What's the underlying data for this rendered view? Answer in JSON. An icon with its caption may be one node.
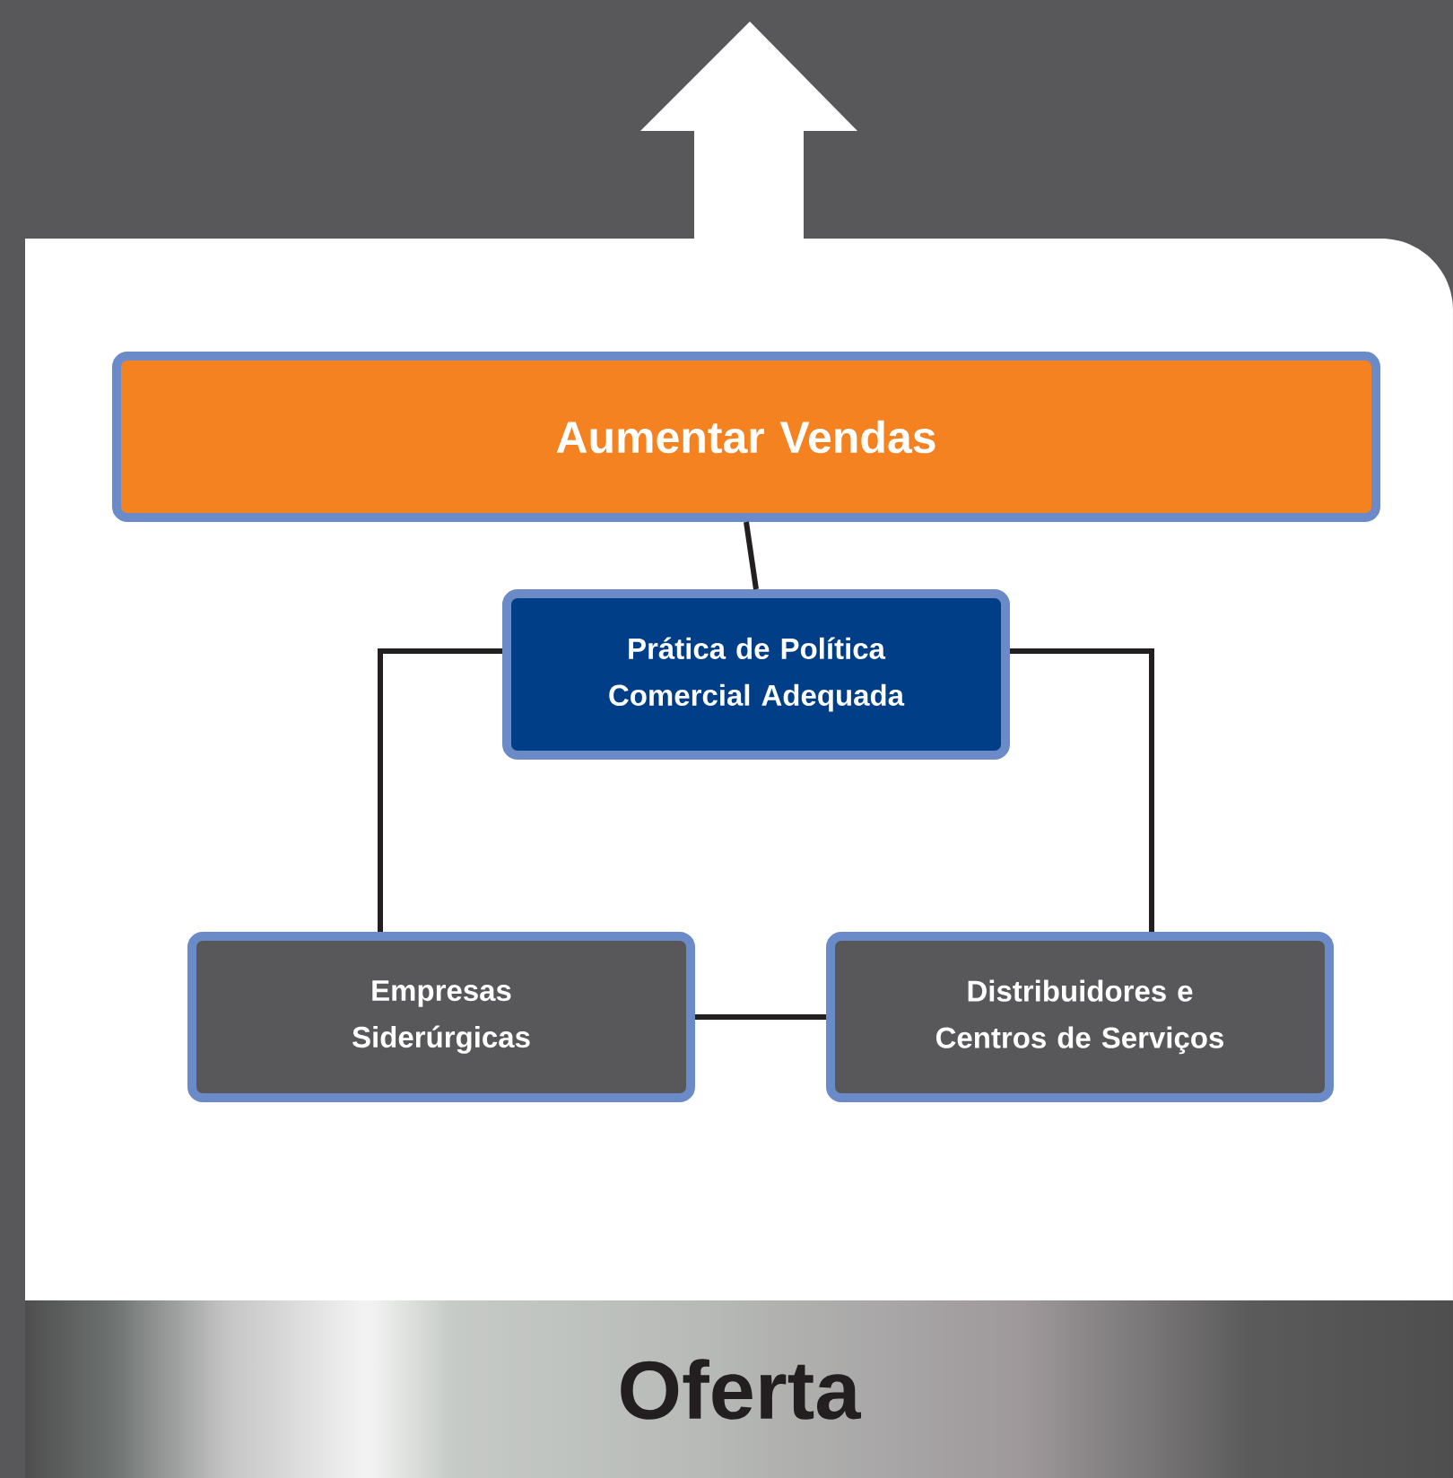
{
  "diagram": {
    "nodes": [
      {
        "text": [
          "Aumentar Vendas"
        ]
      },
      {
        "text": [
          "Prática de Política Comercial Adequada"
        ]
      },
      {
        "text": [
          "Empresas Siderúrgicas"
        ]
      },
      {
        "text": [
          "Distribuidores e Centros de Serviços"
        ]
      },
      {
        "text": [
          "Oferta"
        ]
      }
    ],
    "edges": [
      {
        "from": 0,
        "to": 1,
        "arrow": "none"
      },
      {
        "from": 1,
        "to": 2,
        "arrow": "none"
      },
      {
        "from": 1,
        "to": 3,
        "arrow": "none"
      },
      {
        "from": 2,
        "to": 3,
        "arrow": "none"
      }
    ]
  }
}
